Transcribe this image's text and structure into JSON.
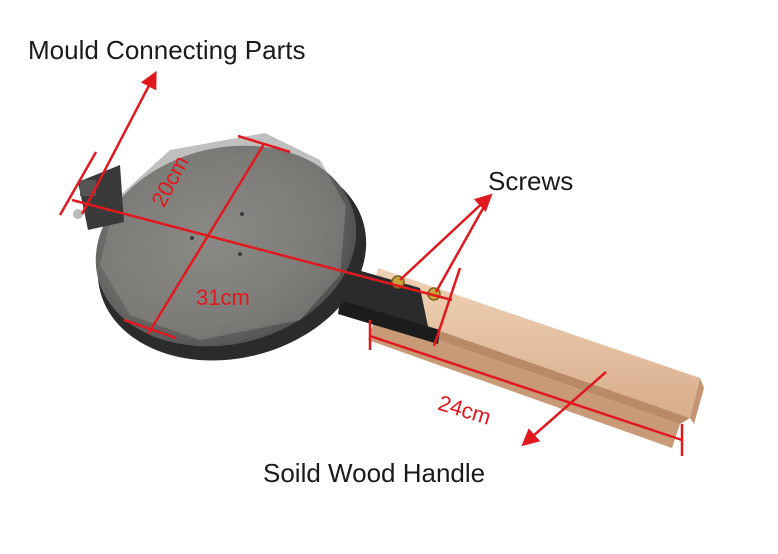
{
  "labels": {
    "mould": "Mould Connecting Parts",
    "screws": "Screws",
    "handle": "Soild Wood Handle"
  },
  "dimensions": {
    "diameter": "20cm",
    "total_length": "31cm",
    "handle_length": "24cm"
  },
  "colors": {
    "annotation": "#e0191f",
    "metal": "#6e6c69",
    "wood": "#e6c3a4"
  }
}
